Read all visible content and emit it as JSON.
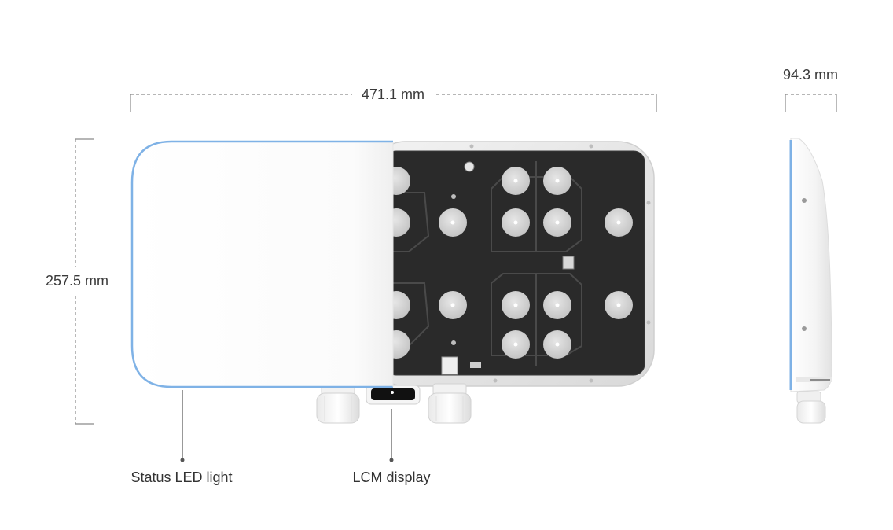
{
  "dimensions": {
    "width": "471.1 mm",
    "height": "257.5 mm",
    "depth": "94.3 mm"
  },
  "callouts": {
    "status_led": "Status LED light",
    "lcm_display": "LCM display"
  },
  "colors": {
    "led_accent": "#7fb2e6",
    "panel_dark": "#2a2a2a",
    "antenna_gray": "#cfcfcf",
    "cover_white": "#ffffff",
    "dimension_line": "#8a8a8a"
  }
}
